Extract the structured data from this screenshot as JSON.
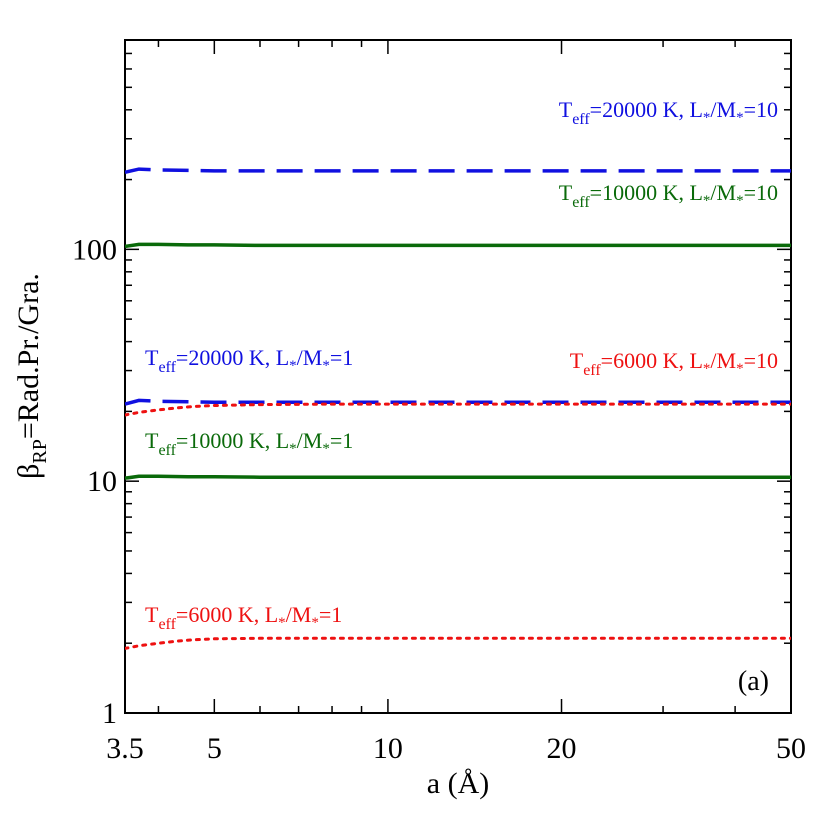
{
  "chart_data": {
    "type": "line",
    "xlabel": "a (Å)",
    "ylabel": "β",
    "ylabel_sub": "RP",
    "ylabel_rest": "=Rad.Pr./Gra.",
    "xscale": "log",
    "yscale": "log",
    "xlim": [
      3.5,
      50
    ],
    "ylim": [
      1,
      800
    ],
    "xticks": [
      3.5,
      5,
      10,
      20,
      50
    ],
    "xtick_labels": [
      "3.5",
      "5",
      "10",
      "20",
      "50"
    ],
    "yticks": [
      1,
      10,
      100
    ],
    "ytick_labels": [
      "1",
      "10",
      "100"
    ],
    "panel_label": "(a)",
    "colors": {
      "blue": "#1010e0",
      "green": "#0a6a0a",
      "red": "#ee1111"
    },
    "series": [
      {
        "label": {
          "t": "T",
          "sub": "eff",
          "mid": "=20000 K, L",
          "star1": "*",
          "slash": "/M",
          "star2": "*",
          "tail": "=10"
        },
        "color": "blue",
        "style": "dashed",
        "x": [
          3.5,
          3.7,
          4.0,
          4.5,
          5.0,
          6.0,
          8.0,
          10.0,
          15.0,
          20.0,
          30.0,
          50.0
        ],
        "y": [
          215,
          222,
          220,
          219,
          218,
          218,
          218,
          218,
          218,
          218,
          218,
          218
        ]
      },
      {
        "label": {
          "t": "T",
          "sub": "eff",
          "mid": "=10000 K, L",
          "star1": "*",
          "slash": "/M",
          "star2": "*",
          "tail": "=10"
        },
        "color": "green",
        "style": "solid",
        "x": [
          3.5,
          3.7,
          4.0,
          4.5,
          5.0,
          6.0,
          8.0,
          10.0,
          15.0,
          20.0,
          30.0,
          50.0
        ],
        "y": [
          103,
          105,
          105,
          104.5,
          104.5,
          104,
          104,
          104,
          104,
          104,
          104,
          104
        ]
      },
      {
        "label": {
          "t": "T",
          "sub": "eff",
          "mid": "=20000 K, L",
          "star1": "*",
          "slash": "/M",
          "star2": "*",
          "tail": "=1"
        },
        "color": "blue",
        "style": "dashed",
        "x": [
          3.5,
          3.7,
          4.0,
          4.5,
          5.0,
          6.0,
          8.0,
          10.0,
          15.0,
          20.0,
          30.0,
          50.0
        ],
        "y": [
          21.5,
          22.3,
          22.1,
          22.0,
          21.9,
          21.9,
          21.9,
          21.9,
          21.9,
          21.9,
          21.9,
          21.9
        ]
      },
      {
        "label": {
          "t": "T",
          "sub": "eff",
          "mid": "=6000 K, L",
          "star1": "*",
          "slash": "/M",
          "star2": "*",
          "tail": "=10"
        },
        "color": "red",
        "style": "dotted",
        "x": [
          3.5,
          3.7,
          4.0,
          4.3,
          4.6,
          5.0,
          6.0,
          8.0,
          10.0,
          15.0,
          20.0,
          30.0,
          50.0
        ],
        "y": [
          19.3,
          19.8,
          20.3,
          20.7,
          21.0,
          21.2,
          21.4,
          21.5,
          21.5,
          21.5,
          21.5,
          21.5,
          21.5
        ]
      },
      {
        "label": {
          "t": "T",
          "sub": "eff",
          "mid": "=10000 K, L",
          "star1": "*",
          "slash": "/M",
          "star2": "*",
          "tail": "=1"
        },
        "color": "green",
        "style": "solid",
        "x": [
          3.5,
          3.7,
          4.0,
          4.5,
          5.0,
          6.0,
          8.0,
          10.0,
          15.0,
          20.0,
          30.0,
          50.0
        ],
        "y": [
          10.3,
          10.5,
          10.5,
          10.45,
          10.45,
          10.4,
          10.4,
          10.4,
          10.4,
          10.4,
          10.4,
          10.4
        ]
      },
      {
        "label": {
          "t": "T",
          "sub": "eff",
          "mid": "=6000 K, L",
          "star1": "*",
          "slash": "/M",
          "star2": "*",
          "tail": "=1"
        },
        "color": "red",
        "style": "dotted",
        "x": [
          3.5,
          3.7,
          4.0,
          4.3,
          4.6,
          5.0,
          6.0,
          8.0,
          10.0,
          15.0,
          20.0,
          30.0,
          50.0
        ],
        "y": [
          1.9,
          1.95,
          2.0,
          2.04,
          2.07,
          2.09,
          2.1,
          2.1,
          2.1,
          2.1,
          2.1,
          2.1,
          2.1
        ]
      }
    ]
  }
}
